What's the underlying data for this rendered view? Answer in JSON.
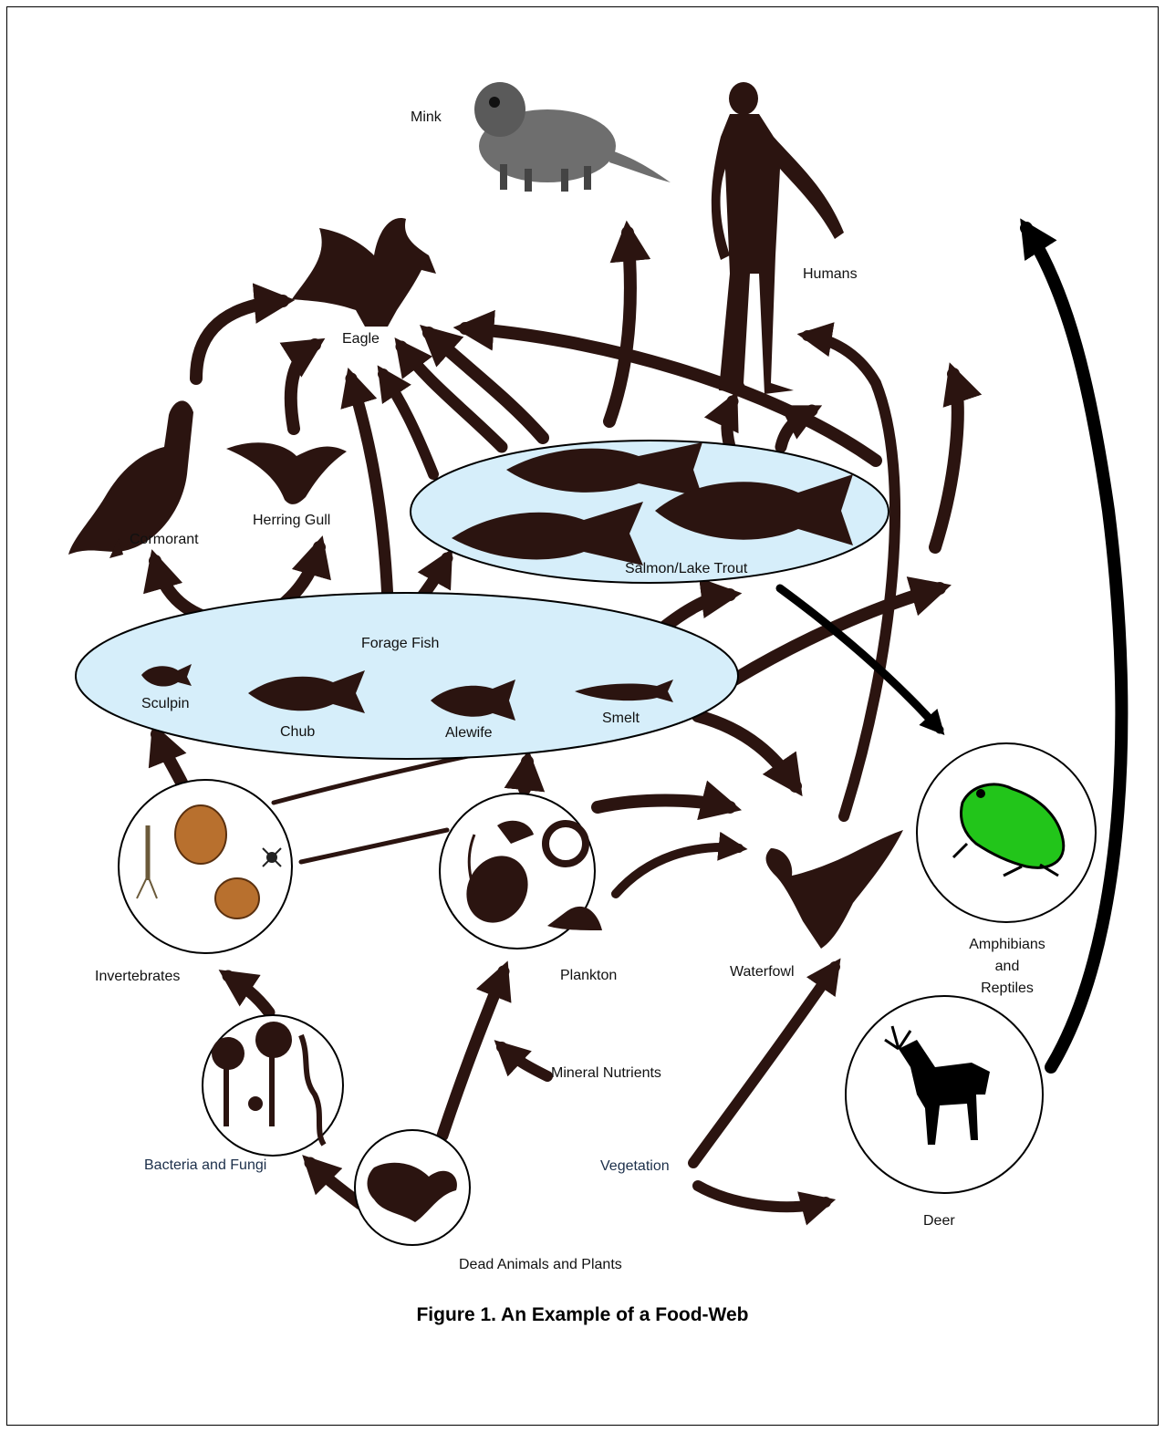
{
  "labels": {
    "mink": "Mink",
    "humans": "Humans",
    "eagle": "Eagle",
    "cormorant": "Cormorant",
    "herring_gull": "Herring Gull",
    "salmon_lake_trout": "Salmon/Lake Trout",
    "forage_fish": "Forage Fish",
    "sculpin": "Sculpin",
    "chub": "Chub",
    "alewife": "Alewife",
    "smelt": "Smelt",
    "invertebrates": "Invertebrates",
    "plankton": "Plankton",
    "waterfowl": "Waterfowl",
    "amphibians_line1": "Amphibians",
    "amphibians_line2": "and",
    "amphibians_line3": "Reptiles",
    "mineral_nutrients": "Mineral Nutrients",
    "bacteria_fungi": "Bacteria and Fungi",
    "vegetation": "Vegetation",
    "deer": "Deer",
    "dead_animals_plants": "Dead Animals and Plants"
  },
  "caption": "Figure 1.  An Example of a Food-Web",
  "colors": {
    "silhouette": "#2b1410",
    "water_fill": "#d6eefa",
    "frog_green": "#22c51a",
    "clam_brown": "#b8702e"
  }
}
